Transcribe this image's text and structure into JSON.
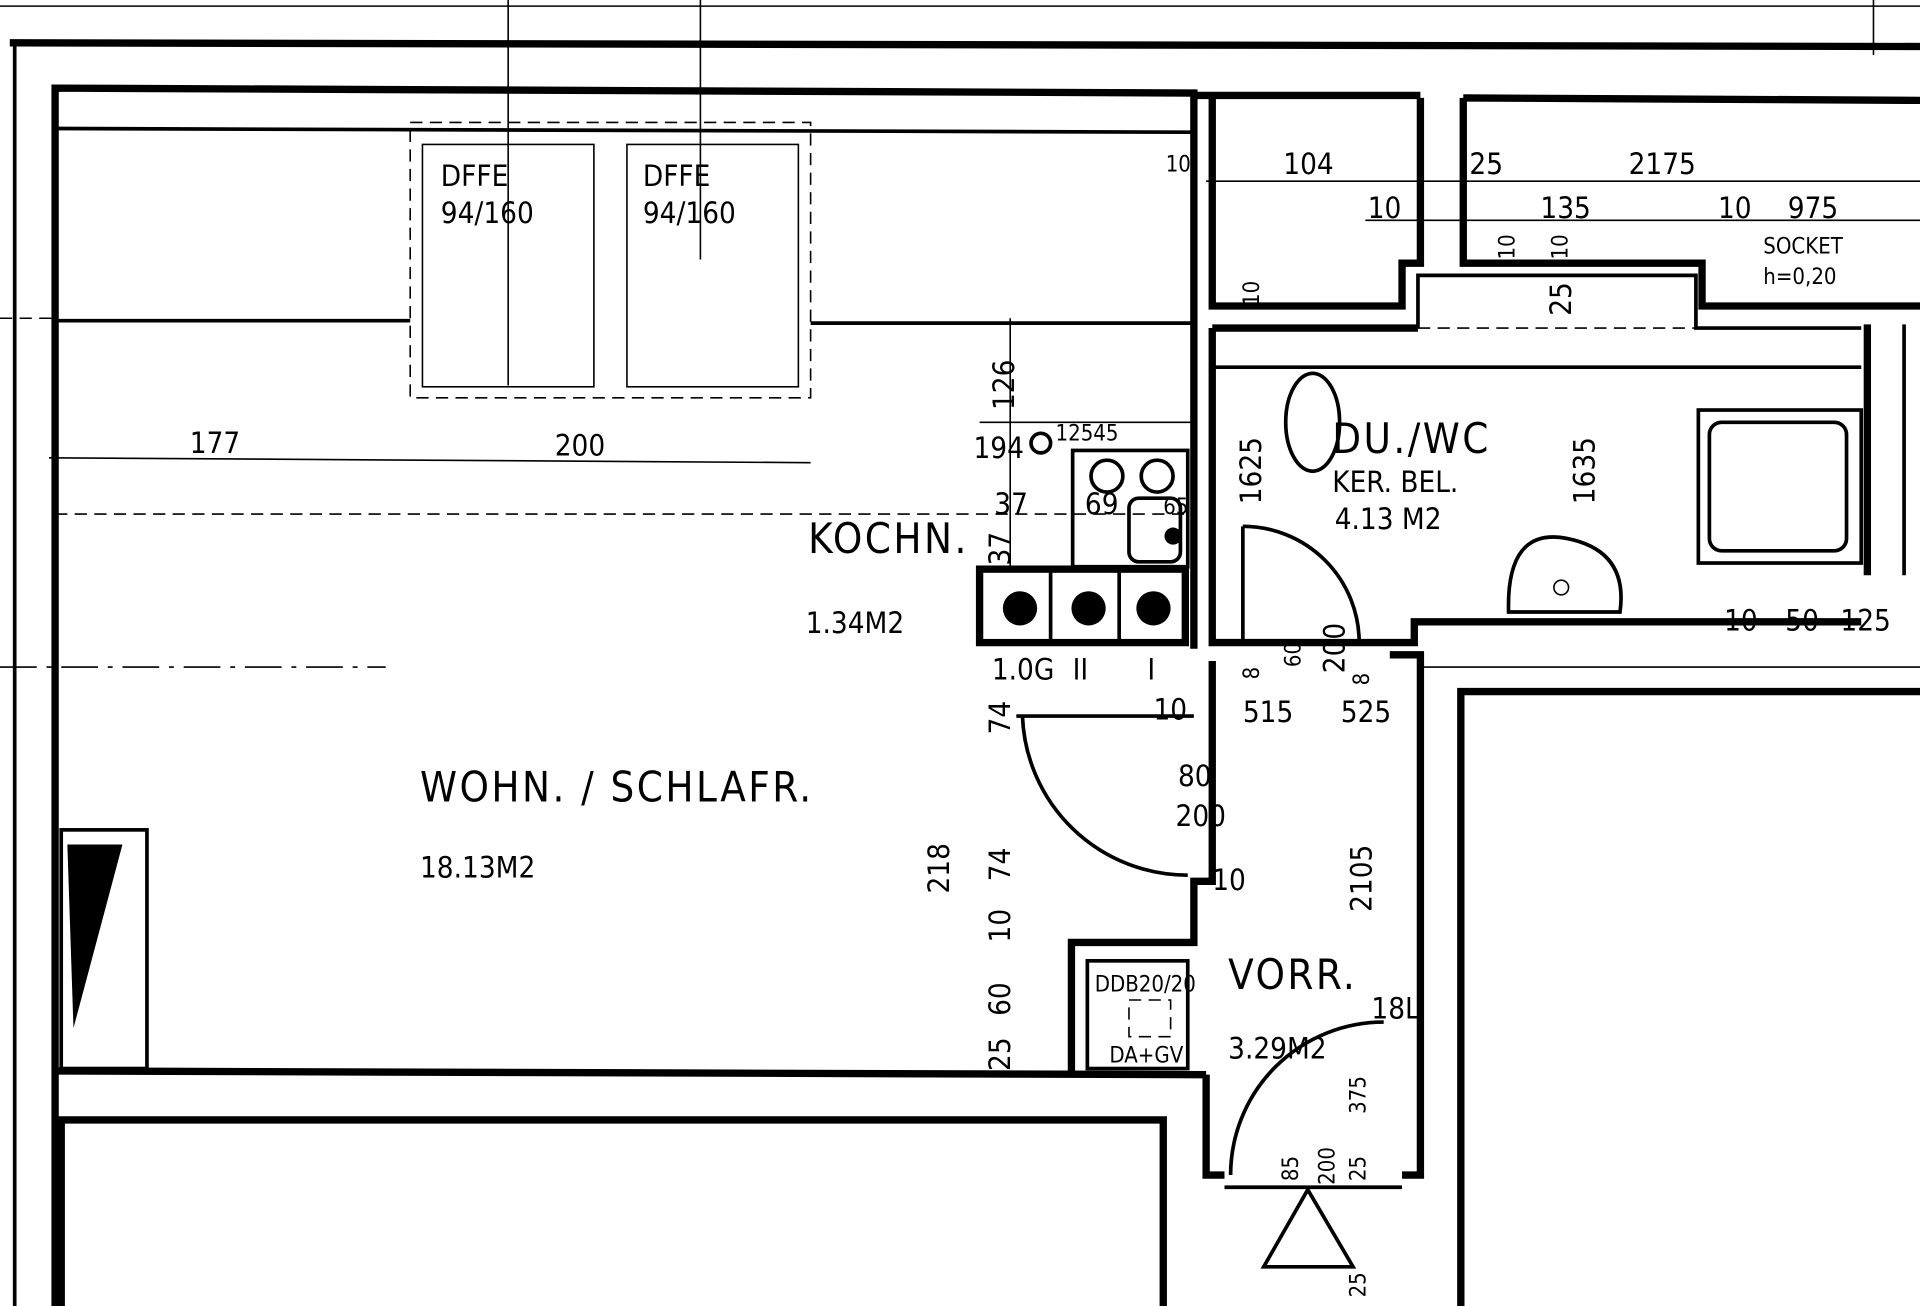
{
  "rooms": {
    "living": {
      "name": "WOHN. / SCHLAFR.",
      "area": "18.13M2"
    },
    "kitchen": {
      "name": "KOCHN.",
      "area": "1.34M2"
    },
    "bath": {
      "name": "DU./WC",
      "floor": "KER. BEL.",
      "area": "4.13 M2"
    },
    "hall": {
      "name": "VORR.",
      "area": "3.29M2"
    }
  },
  "windows": [
    {
      "type": "DFFE",
      "size": "94/160"
    },
    {
      "type": "DFFE",
      "size": "94/160"
    }
  ],
  "stove_labels": [
    "1.0G",
    "II",
    "I"
  ],
  "socket": {
    "label": "SOCKET",
    "height": "h=0,20"
  },
  "vent": {
    "label": "DDB20/20",
    "sub": "DA+GV"
  },
  "misc_label": "18L",
  "dimensions": {
    "d177": "177",
    "d200": "200",
    "d126": "126",
    "d194": "194",
    "d12545": "12545",
    "d37a": "37",
    "d37b": "37",
    "d69": "69",
    "d65": "65",
    "d10a": "10",
    "d104": "104",
    "d25a": "25",
    "d2175": "2175",
    "d10b": "10",
    "d135": "135",
    "d10c": "10",
    "d975": "975",
    "d10d": "10",
    "d10e": "10",
    "d10f": "10",
    "d25b": "25",
    "d1625": "1625",
    "d1635": "1635",
    "d10g": "10",
    "d50": "50",
    "d125": "125",
    "d8a": "8",
    "d60a": "60",
    "d200b": "200",
    "d8b": "8",
    "d10h": "10",
    "d515": "515",
    "d525": "525",
    "d74a": "74",
    "d80": "80",
    "d200c": "200",
    "d218": "218",
    "d74b": "74",
    "d10i": "10",
    "d2105": "2105",
    "d10j": "10",
    "d60b": "60",
    "d25c": "25",
    "d85": "85",
    "d200d": "200",
    "d25d": "25",
    "d375": "375",
    "d25e": "25"
  }
}
